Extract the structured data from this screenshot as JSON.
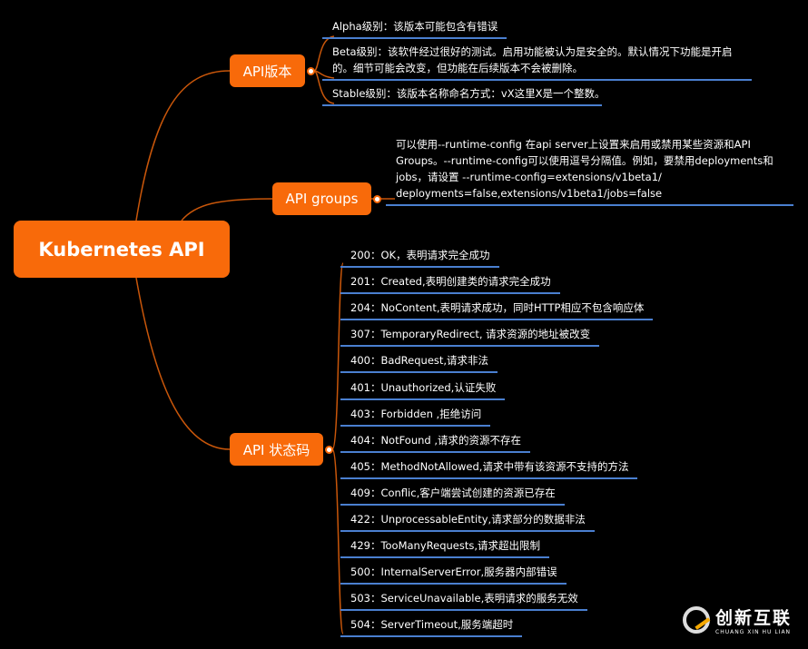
{
  "root": "Kubernetes API",
  "branches": [
    {
      "label": "API版本",
      "items": [
        "Alpha级别：该版本可能包含有错误",
        "Beta级别：该软件经过很好的测试。启用功能被认为是安全的。默认情况下功能是开启的。细节可能会改变，但功能在后续版本不会被删除。",
        "Stable级别：该版本名称命名方式：vX这里X是一个整数。"
      ]
    },
    {
      "label": "API groups",
      "items": [
        "可以使用--runtime-config 在api server上设置来启用或禁用某些资源和API Groups。--runtime-config可以使用逗号分隔值。例如，要禁用deployments和jobs，请设置 --runtime-config=extensions/v1beta1/ deployments=false,extensions/v1beta1/jobs=false"
      ]
    },
    {
      "label": "API 状态码",
      "items": [
        "200：OK，表明请求完全成功",
        "201：Created,表明创建类的请求完全成功",
        "204：NoContent,表明请求成功，同时HTTP相应不包含响应体",
        "307：TemporaryRedirect, 请求资源的地址被改变",
        "400：BadRequest,请求非法",
        "401：Unauthorized,认证失败",
        "403：Forbidden ,拒绝访问",
        "404：NotFound ,请求的资源不存在",
        "405：MethodNotAllowed,请求中带有该资源不支持的方法",
        "409：Conflic,客户端尝试创建的资源已存在",
        "422：UnprocessableEntity,请求部分的数据非法",
        "429：TooManyRequests,请求超出限制",
        "500：InternalServerError,服务器内部错误",
        "503：ServiceUnavailable,表明请求的服务无效",
        "504：ServerTimeout,服务端超时"
      ]
    }
  ],
  "watermark": {
    "name": "创新互联",
    "pinyin": "CHUANG XIN HU LIAN"
  },
  "colors": {
    "node": "#f86a0a",
    "underline": "#4a7fd0"
  }
}
